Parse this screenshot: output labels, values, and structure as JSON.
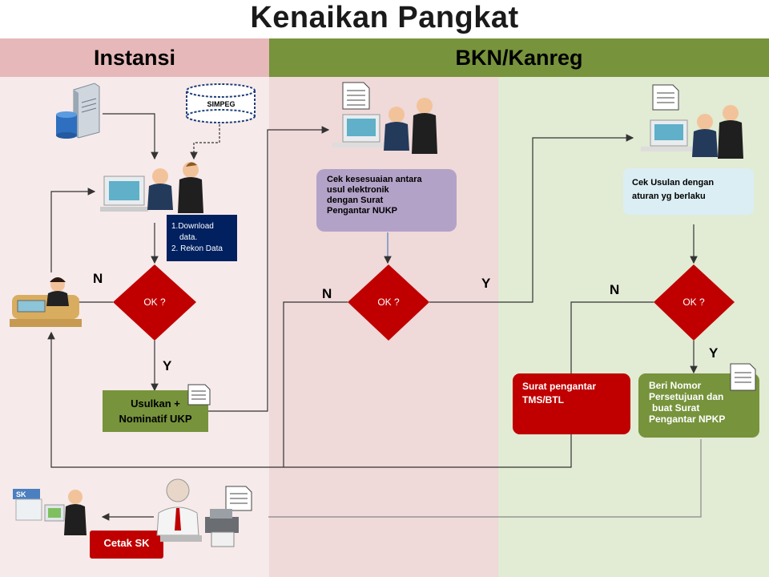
{
  "title": "Kenaikan Pangkat",
  "lanes": {
    "instansi": "Instansi",
    "bkn": "BKN/Kanreg"
  },
  "colors": {
    "instansi_head": "#e6b8b9",
    "bkn_head": "#77933c",
    "instansi_bg": "#f7eaea",
    "bkn_pink_bg": "#efd9d9",
    "bkn_green_bg": "#e2ebd4",
    "decision": "#c00000",
    "box_green": "#77933c",
    "box_purple": "#b3a2c7",
    "box_blue": "#dbeef4",
    "box_navy": "#002060"
  },
  "nodes": {
    "simpeg": "SIMPEG",
    "download": [
      "1.Download",
      "data.",
      "2. Rekon Data"
    ],
    "ok1": "OK ?",
    "ok2": "OK ?",
    "ok3": "OK ?",
    "usulkan": [
      "Usulkan +",
      "Nominatif UKP"
    ],
    "cek1": [
      "Cek kesesuaian antara",
      "usul elektronik",
      "dengan Surat",
      "Pengantar NUKP"
    ],
    "cek2": [
      "Cek Usulan dengan",
      "aturan yg berlaku"
    ],
    "tms": [
      "Surat pengantar",
      "TMS/BTL"
    ],
    "beri": [
      "Beri Nomor",
      "Persetujuan dan",
      "buat Surat",
      "Pengantar NPKP"
    ],
    "cetak": "Cetak SK",
    "sk_label": "SK"
  },
  "labels": {
    "n1": "N",
    "y1": "Y",
    "n2": "N",
    "y2": "Y",
    "n3": "N",
    "y3": "Y"
  },
  "icons": [
    "server-icon",
    "database-icon",
    "document-icon",
    "people-at-computer-icon",
    "receptionist-icon",
    "printer-icon",
    "manager-icon",
    "sk-card-icon"
  ]
}
